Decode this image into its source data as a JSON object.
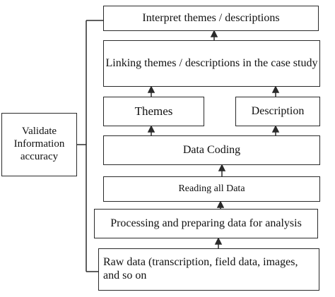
{
  "nodes": {
    "interpret": "Interpret themes / descriptions",
    "linking": "Linking themes / descriptions in the case study",
    "themes": "Themes",
    "description": "Description",
    "coding": "Data Coding",
    "reading": "Reading all Data",
    "processing": "Processing and preparing data for analysis",
    "raw": "Raw data (transcription, field data, images, and so on",
    "validate": "Validate Information accuracy"
  },
  "colors": {
    "line": "#2a2a2a",
    "box_fill": "#ffffff"
  }
}
